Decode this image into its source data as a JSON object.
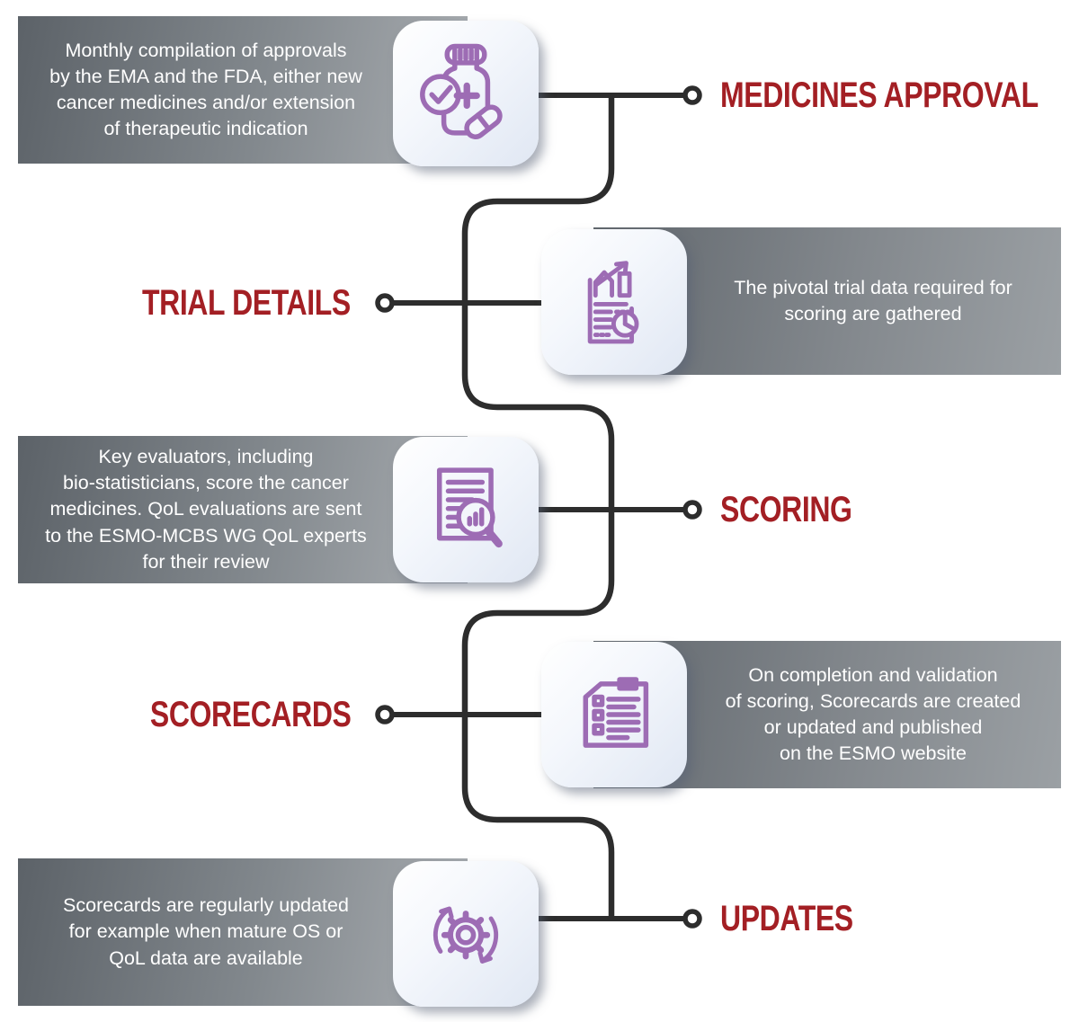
{
  "diagram": {
    "title_hint": "ESMO-MCBS scorecard process flow",
    "colors": {
      "label_red": "#a31f24",
      "icon_purple": "#9d6cb4",
      "connector_dark": "#2d2d2d",
      "box_gray_dark": "#5c6268",
      "box_gray_light": "#a9adb1",
      "card_tint": "#e0e7f3",
      "description_text": "#ffffff"
    },
    "steps": [
      {
        "label": "MEDICINES APPROVAL",
        "description": "Monthly compilation of approvals\nby the EMA and the FDA, either new\ncancer medicines and/or extension\nof therapeutic indication",
        "icon": "medicine-bottle-approval-icon",
        "box_side": "left",
        "label_side": "right"
      },
      {
        "label": "TRIAL DETAILS",
        "description": "The pivotal trial data required for\nscoring are gathered",
        "icon": "trial-report-chart-icon",
        "box_side": "right",
        "label_side": "left"
      },
      {
        "label": "SCORING",
        "description": "Key evaluators, including\nbio-statisticians, score the cancer\nmedicines. QoL evaluations are sent\nto the ESMO-MCBS WG QoL experts\nfor their review",
        "icon": "document-magnifier-icon",
        "box_side": "left",
        "label_side": "right"
      },
      {
        "label": "SCORECARDS",
        "description": "On completion and validation\nof scoring, Scorecards are created\nor updated and published\non the ESMO website",
        "icon": "scorecard-list-icon",
        "box_side": "right",
        "label_side": "left"
      },
      {
        "label": "UPDATES",
        "description": "Scorecards are regularly updated\nfor example when mature OS or\nQoL data are available",
        "icon": "gear-refresh-icon",
        "box_side": "left",
        "label_side": "right"
      }
    ]
  }
}
